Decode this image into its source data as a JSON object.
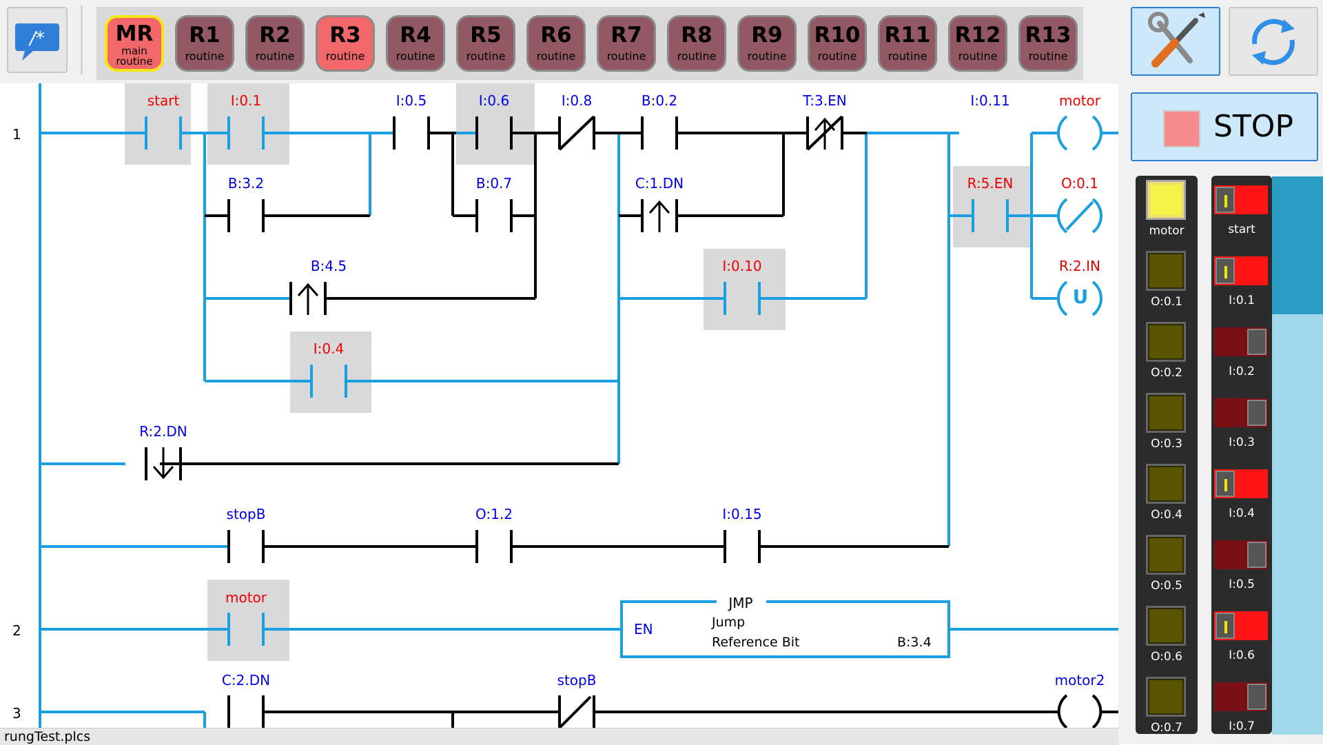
{
  "toolbar": {
    "comment_icon_text": "/*",
    "routines": [
      {
        "name": "MR",
        "sub": "main\nroutine",
        "state": "main"
      },
      {
        "name": "R1",
        "sub": "routine",
        "state": "normal"
      },
      {
        "name": "R2",
        "sub": "routine",
        "state": "normal"
      },
      {
        "name": "R3",
        "sub": "routine",
        "state": "active"
      },
      {
        "name": "R4",
        "sub": "routine",
        "state": "normal"
      },
      {
        "name": "R5",
        "sub": "routine",
        "state": "normal"
      },
      {
        "name": "R6",
        "sub": "routine",
        "state": "normal"
      },
      {
        "name": "R7",
        "sub": "routine",
        "state": "normal"
      },
      {
        "name": "R8",
        "sub": "routine",
        "state": "normal"
      },
      {
        "name": "R9",
        "sub": "routine",
        "state": "normal"
      },
      {
        "name": "R10",
        "sub": "routine",
        "state": "normal"
      },
      {
        "name": "R11",
        "sub": "routine",
        "state": "normal"
      },
      {
        "name": "R12",
        "sub": "routine",
        "state": "normal"
      },
      {
        "name": "R13",
        "sub": "routine",
        "state": "normal"
      }
    ]
  },
  "side": {
    "tools_icon": "tools-icon",
    "refresh_icon": "refresh-icon",
    "stop_label": "STOP",
    "outputs": [
      {
        "label": "motor",
        "on": true
      },
      {
        "label": "O:0.1",
        "on": false
      },
      {
        "label": "O:0.2",
        "on": false
      },
      {
        "label": "O:0.3",
        "on": false
      },
      {
        "label": "O:0.4",
        "on": false
      },
      {
        "label": "O:0.5",
        "on": false
      },
      {
        "label": "O:0.6",
        "on": false
      },
      {
        "label": "O:0.7",
        "on": false
      }
    ],
    "inputs": [
      {
        "label": "start",
        "on": true
      },
      {
        "label": "I:0.1",
        "on": true
      },
      {
        "label": "I:0.2",
        "on": false
      },
      {
        "label": "I:0.3",
        "on": false
      },
      {
        "label": "I:0.4",
        "on": true
      },
      {
        "label": "I:0.5",
        "on": false
      },
      {
        "label": "I:0.6",
        "on": true
      },
      {
        "label": "I:0.7",
        "on": false
      }
    ]
  },
  "diagram": {
    "rungs": [
      "1",
      "2",
      "3"
    ],
    "labels": {
      "start": "start",
      "i01": "I:0.1",
      "i05": "I:0.5",
      "i06": "I:0.6",
      "i08": "I:0.8",
      "b02": "B:0.2",
      "t3en": "T:3.EN",
      "i011": "I:0.11",
      "motor_coil": "motor",
      "b32": "B:3.2",
      "b07": "B:0.7",
      "c1dn": "C:1.DN",
      "r5en": "R:5.EN",
      "o01": "O:0.1",
      "b45": "B:4.5",
      "i010": "I:0.10",
      "r2in": "R:2.IN",
      "i04": "I:0.4",
      "r2dn": "R:2.DN",
      "stopb1": "stopB",
      "o12": "O:1.2",
      "i015": "I:0.15",
      "motor_contact": "motor",
      "jmp": "JMP",
      "en": "EN",
      "jump": "Jump",
      "refbit": "Reference Bit",
      "b34": "B:3.4",
      "c2dn": "C:2.DN",
      "stopb2": "stopB",
      "motor2": "motor2",
      "unlatch": "U"
    }
  },
  "status": {
    "filename": "rungTest.plcs"
  }
}
